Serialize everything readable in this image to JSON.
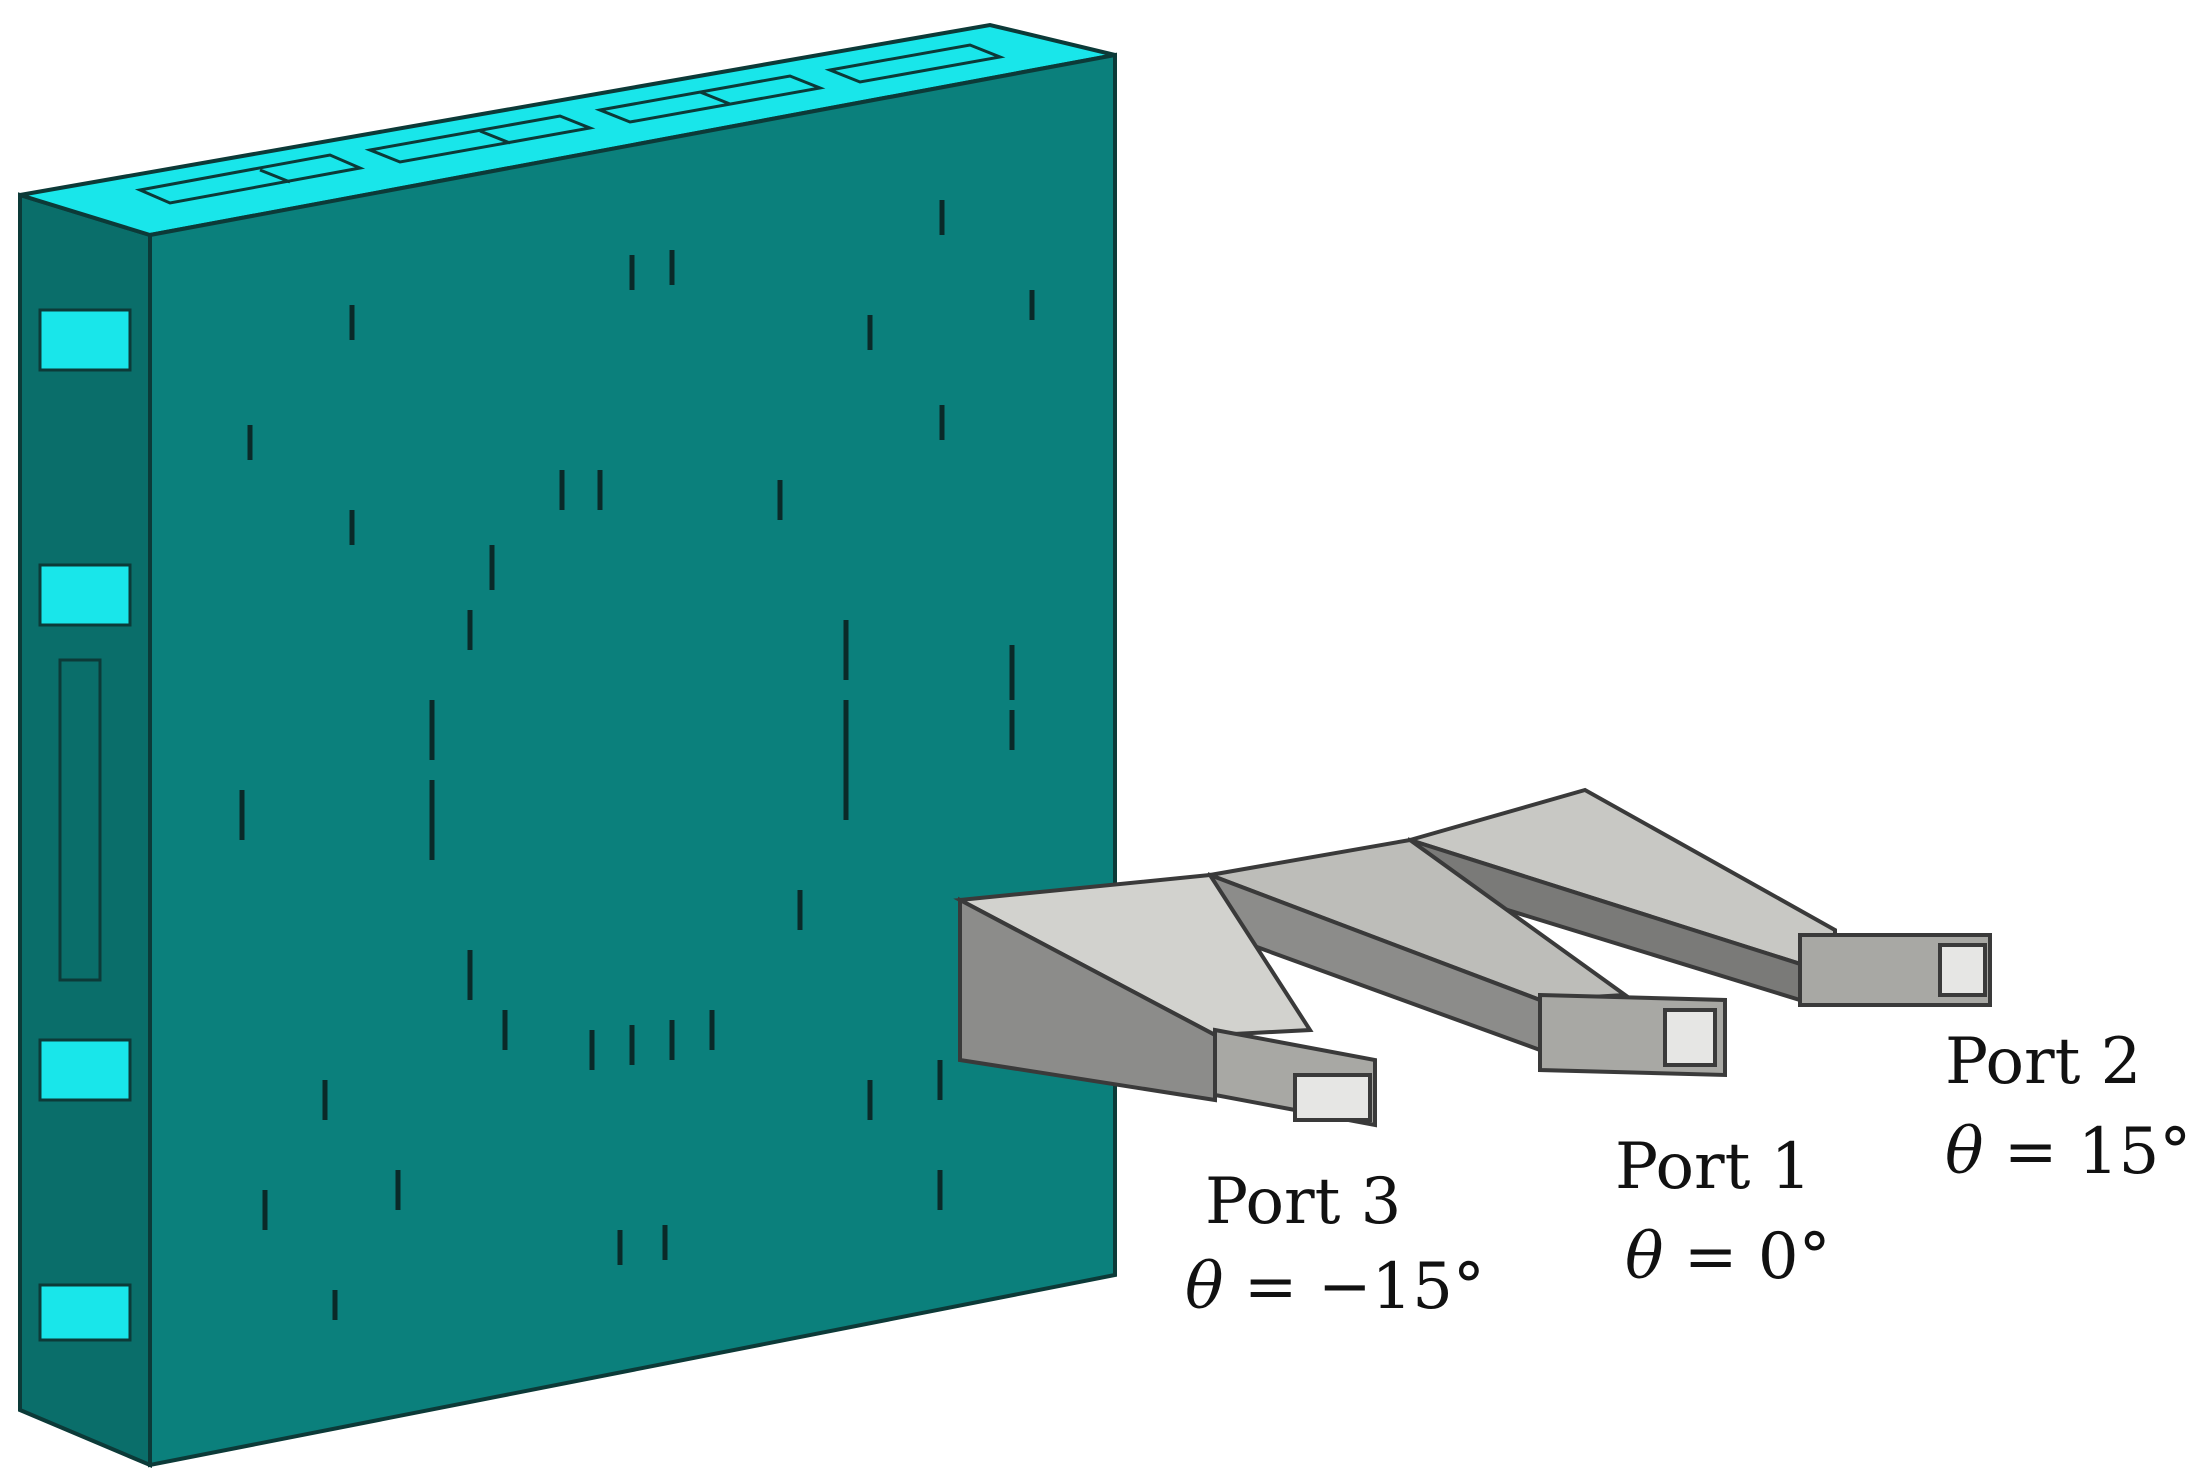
{
  "colors": {
    "panel_front": "#0b807c",
    "panel_side": "#0a6e6a",
    "panel_top": "#19e6ea",
    "panel_edge": "#0c3a38",
    "horn_light": "#c8c8c4",
    "horn_mid": "#a8a8a4",
    "horn_dark": "#7a7a78",
    "horn_edge": "#3a3a3a",
    "label_text": "#111111"
  },
  "ports": [
    {
      "label": "Port 3",
      "symbol": "θ",
      "angle_text": " = −15°",
      "angle_deg": -15
    },
    {
      "label": "Port 1",
      "symbol": "θ",
      "angle_text": " = 0°",
      "angle_deg": 0
    },
    {
      "label": "Port 2",
      "symbol": "θ",
      "angle_text": " = 15°",
      "angle_deg": 15
    }
  ]
}
